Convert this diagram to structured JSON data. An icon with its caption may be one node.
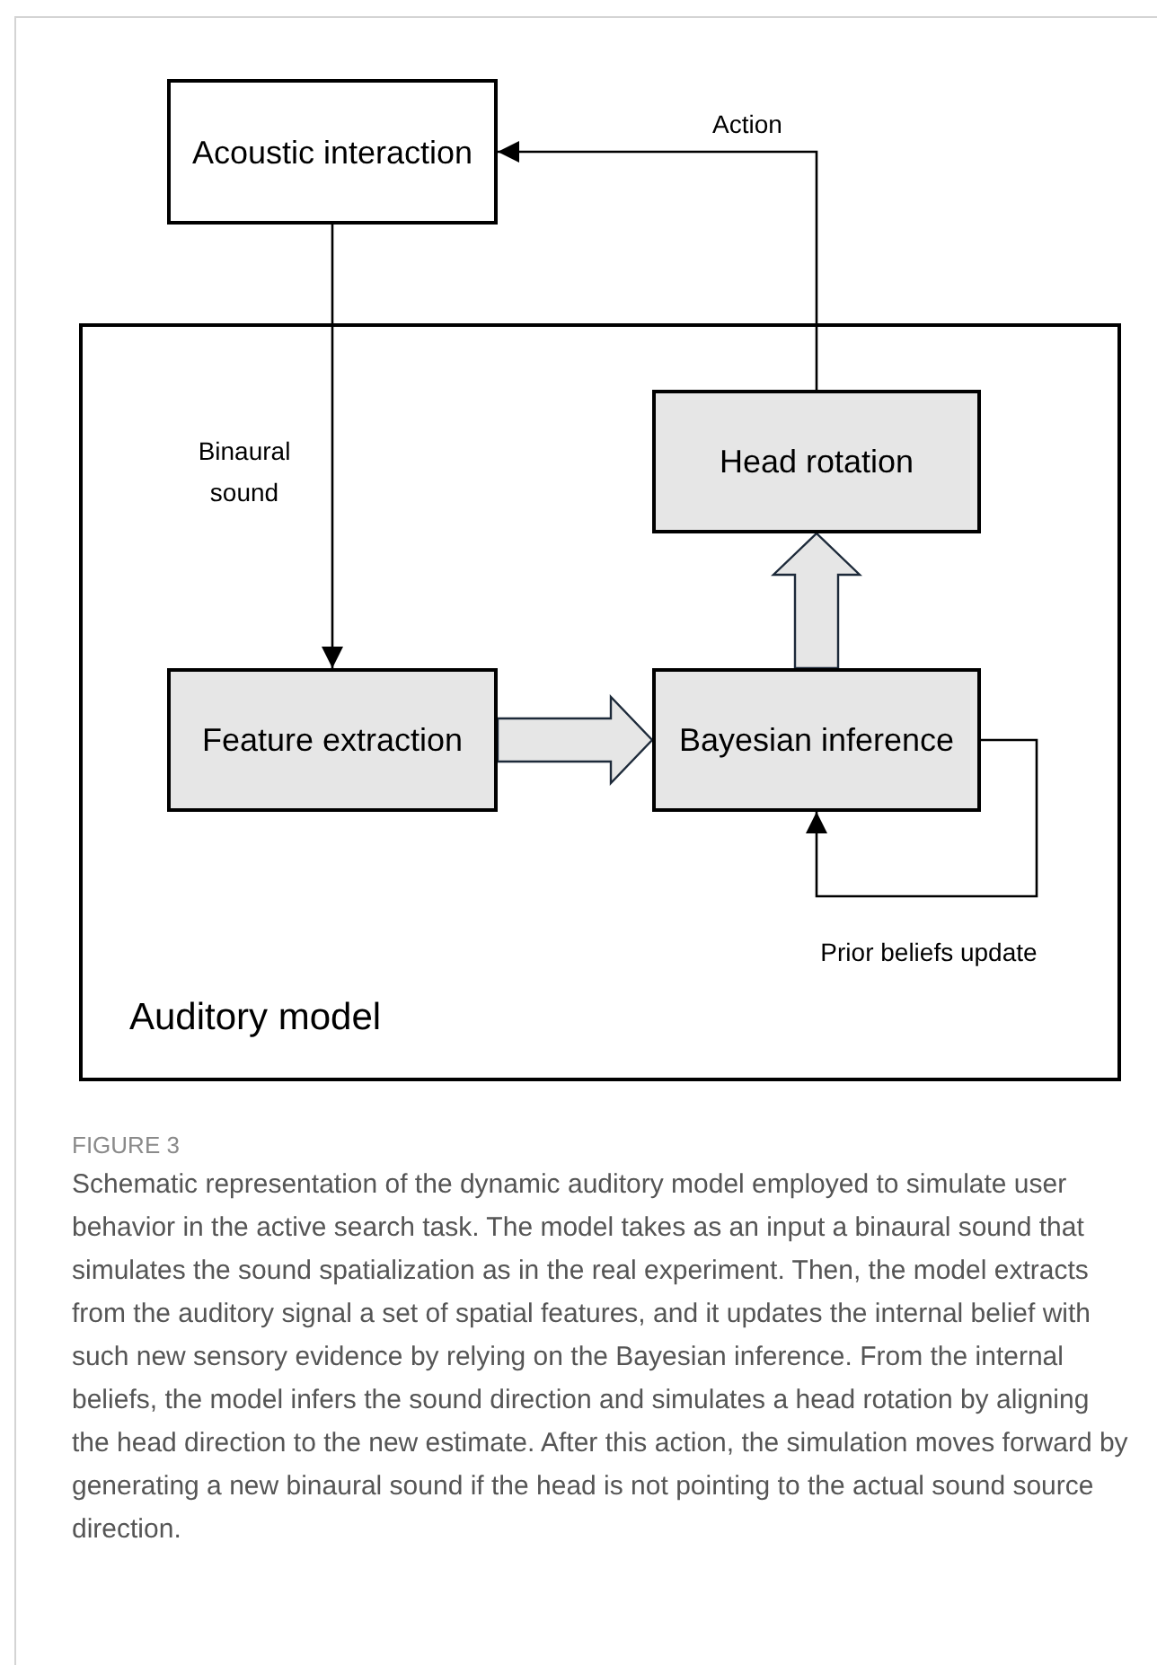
{
  "diagram": {
    "caption": "Schematic representation of the dynamic auditory model employed to simulate user behavior in the active search task. The model takes as an input a binaural sound that simulates the sound spatialization as in the real experiment. Then, the model extracts from the auditory signal a set of spatial features, and it updates the internal belief with such new sensory evidence by relying on the Bayesian inference. From the internal beliefs, the model infers the sound direction and simulates a head rotation by aligning the head direction to the new estimate. After this action, the simulation moves forward by generating a new binaural sound if the head is not pointing to the actual sound source direction.",
    "nodes": [
      {
        "text": [
          "Acoustic interaction"
        ]
      },
      {
        "text": [
          "Auditory model"
        ]
      },
      {
        "text": [
          "Head rotation"
        ],
        "in": 1
      },
      {
        "text": [
          "Feature extraction"
        ],
        "in": 1
      },
      {
        "text": [
          "Bayesian inference"
        ],
        "in": 1
      }
    ],
    "edges": [
      {
        "from": 0,
        "to": 3,
        "arrow": "to",
        "label": "Binaural sound"
      },
      {
        "from": 4,
        "to": 2,
        "arrow": "to",
        "style": "thick"
      },
      {
        "from": 3,
        "to": 4,
        "arrow": "to",
        "style": "thick"
      },
      {
        "from": 2,
        "to": 0,
        "arrow": "to",
        "label": "Action"
      },
      {
        "from": 4,
        "to": 4,
        "arrow": "to",
        "label": "Prior beliefs update"
      }
    ],
    "labels": [
      "FIGURE 3"
    ]
  }
}
